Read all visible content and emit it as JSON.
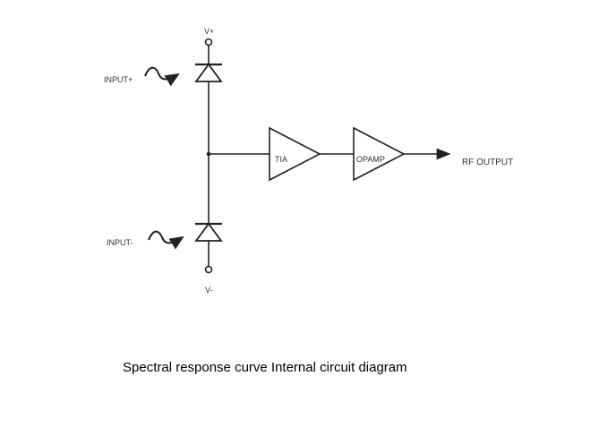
{
  "diagram": {
    "labels": {
      "v_plus": "V+",
      "v_minus": "V-",
      "input_plus": "INPUT+",
      "input_minus": "INPUT-",
      "tia": "TIA",
      "opamp": "OPAMP",
      "rf_output": "RF OUTPUT"
    },
    "caption": "Spectral response curve Internal circuit diagram",
    "colors": {
      "line": "#222222",
      "background": "#ffffff"
    },
    "icons": {
      "photodiode_top": "photodiode-icon",
      "photodiode_bottom": "photodiode-icon",
      "light_input_plus": "light-wave-arrow-icon",
      "light_input_minus": "light-wave-arrow-icon",
      "tia_amplifier": "amplifier-triangle-icon",
      "opamp_amplifier": "amplifier-triangle-icon",
      "output_arrow": "arrow-right-icon"
    }
  }
}
